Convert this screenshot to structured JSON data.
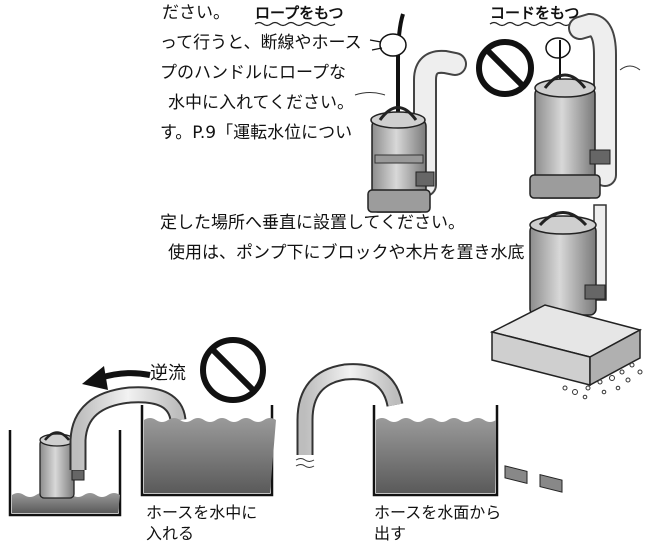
{
  "body_text": {
    "lines": [
      "ださい。",
      "って行うと、断線やホース",
      "プのハンドルにロープな",
      "水中に入れてください。",
      "す。P.9「運転水位につい"
    ],
    "lines2": [
      "定した場所へ垂直に設置してください。",
      "使用は、ポンプ下にブロックや木片を置き水底"
    ]
  },
  "labels": {
    "rope": "ロープをもつ",
    "cord": "コードをもつ",
    "backflow": "逆流"
  },
  "captions": {
    "hose_in_water": [
      "ホースを水中に",
      "入れる"
    ],
    "hose_from_surface": [
      "ホースを水面から",
      "出す"
    ]
  },
  "icons": {
    "prohibited_1": "prohibited-icon",
    "prohibited_2": "prohibited-icon"
  }
}
